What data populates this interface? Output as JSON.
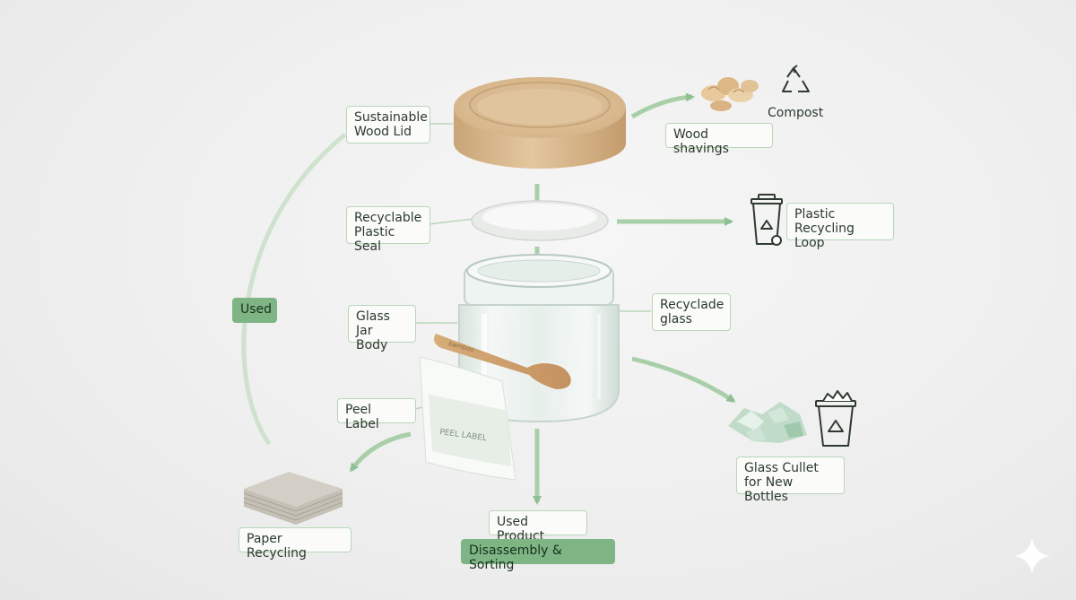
{
  "labels": {
    "lid": "Sustainable\nWood Lid",
    "seal": "Recyclable\nPlastic Seal",
    "jar": "Glass\nJar Body",
    "peel": "Peel Label",
    "paper": "Paper Recycling",
    "used_product": "Used Product",
    "disassembly": "Disassembly & Sorting",
    "used": "Used",
    "wood_shavings": "Wood shavings",
    "compost": "Compost",
    "plastic_loop": "Plastic\nRecycling Loop",
    "recyclade": "Recyclade\nglass",
    "glass_cullet": "Glass Cullet\nfor New Bottles"
  },
  "spoon_text": "bamboo",
  "label_card_text": "PEEL LABEL",
  "colors": {
    "accent_green": "#8fc095",
    "label_border": "#b9d6b8",
    "dark_badge": "#7fb585",
    "wood": "#d9b98f",
    "icon_stroke": "#2f3b31"
  },
  "icons": [
    "recycle-icon",
    "recycle-bin-icon",
    "glass-recycle-bin-icon",
    "sparkle-watermark-icon"
  ]
}
